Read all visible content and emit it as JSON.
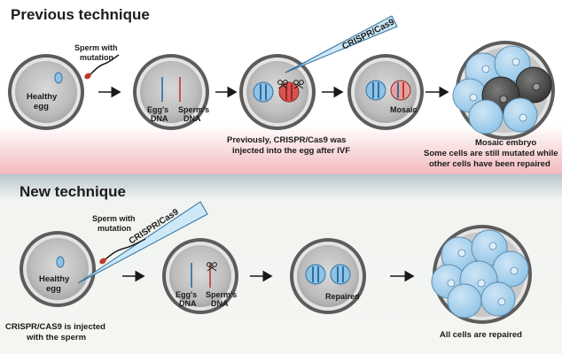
{
  "colors": {
    "egg_outer": "#5c5c5c",
    "egg_inner": "#bfbfbf",
    "egg_rim": "#e4e4e4",
    "cell_blue": "#8ec3e6",
    "cell_stripe": "#2f6f9f",
    "cell_red": "#d9534f",
    "cell_dark": "#3e3e3e",
    "strand_blue": "#2b6aa6",
    "strand_red": "#c0392b",
    "arrow": "#1a1a1a"
  },
  "previous": {
    "title": "Previous technique",
    "sperm_label_line1": "Sperm with",
    "sperm_label_line2": "mutation",
    "egg1_line1": "Healthy",
    "egg1_line2": "egg",
    "egg2_left_line1": "Egg's",
    "egg2_left_line2": "DNA",
    "egg2_right_line1": "Sperm's",
    "egg2_right_line2": "DNA",
    "pipette_label": "CRISPR/Cas9",
    "caption3_line1": "Previously, CRISPR/Cas9 was",
    "caption3_line2": "injected into the egg after IVF",
    "egg4_label": "Mosaic",
    "caption5_line1": "Mosaic embryo",
    "caption5_line2": "Some cells are still mutated while",
    "caption5_line3": "other cells have been repaired"
  },
  "new": {
    "title": "New technique",
    "sperm_label_line1": "Sperm with",
    "sperm_label_line2": "mutation",
    "pipette_label": "CRISPR/Cas9",
    "egg1_line1": "Healthy",
    "egg1_line2": "egg",
    "caption1_line1": "CRISPR/CAS9 is injected",
    "caption1_line2": "with the sperm",
    "egg2_left_line1": "Egg's",
    "egg2_left_line2": "DNA",
    "egg2_right_line1": "Sperm's",
    "egg2_right_line2": "DNA",
    "egg3_label": "Repaired",
    "caption4": "All cells are repaired"
  }
}
